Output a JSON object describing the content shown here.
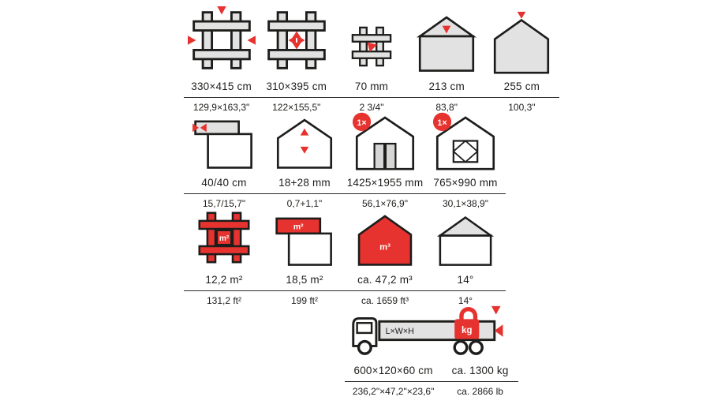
{
  "colors": {
    "accent": "#e6332f",
    "gray": "#e2e2e2",
    "ink": "#1d1d1b"
  },
  "labels": {
    "one_x": "1×",
    "m2": "m²",
    "m3": "m³",
    "lwh": "L×W×H",
    "kg": "kg"
  },
  "rows": {
    "dimensions": {
      "items": [
        {
          "name": "outer-dimensions",
          "metric": "330×415 cm",
          "imperial": "129,9×163,3\""
        },
        {
          "name": "inner-dimensions",
          "metric": "310×395 cm",
          "imperial": "122×155,5\""
        },
        {
          "name": "profile-thickness",
          "metric": "70 mm",
          "imperial": "2 3/4\""
        },
        {
          "name": "eave-height",
          "metric": "213 cm",
          "imperial": "83,8\""
        },
        {
          "name": "ridge-height",
          "metric": "255 cm",
          "imperial": "100,3\""
        }
      ]
    },
    "components": {
      "items": [
        {
          "name": "corner-boards",
          "metric": "40/40 cm",
          "imperial": "15,7/15,7\""
        },
        {
          "name": "roof-boards",
          "metric": "18+28 mm",
          "imperial": "0,7+1,1\""
        },
        {
          "name": "door",
          "metric": "1425×1955 mm",
          "imperial": "56,1×76,9\""
        },
        {
          "name": "window",
          "metric": "765×990 mm",
          "imperial": "30,1×38,9\""
        }
      ]
    },
    "areas": {
      "items": [
        {
          "name": "floor-area",
          "metric": "12,2 m²",
          "imperial": "131,2 ft²"
        },
        {
          "name": "wall-area",
          "metric": "18,5 m²",
          "imperial": "199 ft²"
        },
        {
          "name": "volume",
          "metric": "ca. 47,2 m³",
          "imperial": "ca. 1659 ft³"
        },
        {
          "name": "roof-pitch",
          "metric": "14°",
          "imperial": "14°"
        }
      ]
    },
    "shipping": {
      "dims_metric": "600×120×60 cm",
      "weight_metric": "ca. 1300 kg",
      "dims_imperial": "236,2\"×47,2\"×23,6\"",
      "weight_imperial": "ca. 2866 lb"
    }
  }
}
